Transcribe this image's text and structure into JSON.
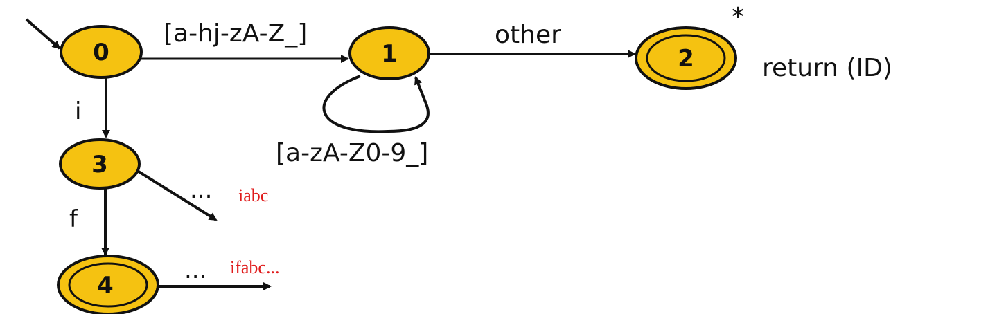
{
  "colors": {
    "state_fill": "#f5c211",
    "stroke": "#111111",
    "note": "#e01b1b"
  },
  "states": [
    {
      "id": "0",
      "label": "0",
      "accepting": false
    },
    {
      "id": "1",
      "label": "1",
      "accepting": false
    },
    {
      "id": "2",
      "label": "2",
      "accepting": true
    },
    {
      "id": "3",
      "label": "3",
      "accepting": false
    },
    {
      "id": "4",
      "label": "4",
      "accepting": true
    }
  ],
  "transitions": {
    "t01": "[a-hj-zA-Z_]",
    "t11": "[a-zA-Z0-9_]",
    "t12": "other",
    "t03": "i",
    "t34": "f",
    "t3x": "...",
    "t4x": "..."
  },
  "accept_note_2": "return (ID)",
  "retract_mark": "*",
  "notes": {
    "n3": "iabc",
    "n4": "ifabc..."
  }
}
